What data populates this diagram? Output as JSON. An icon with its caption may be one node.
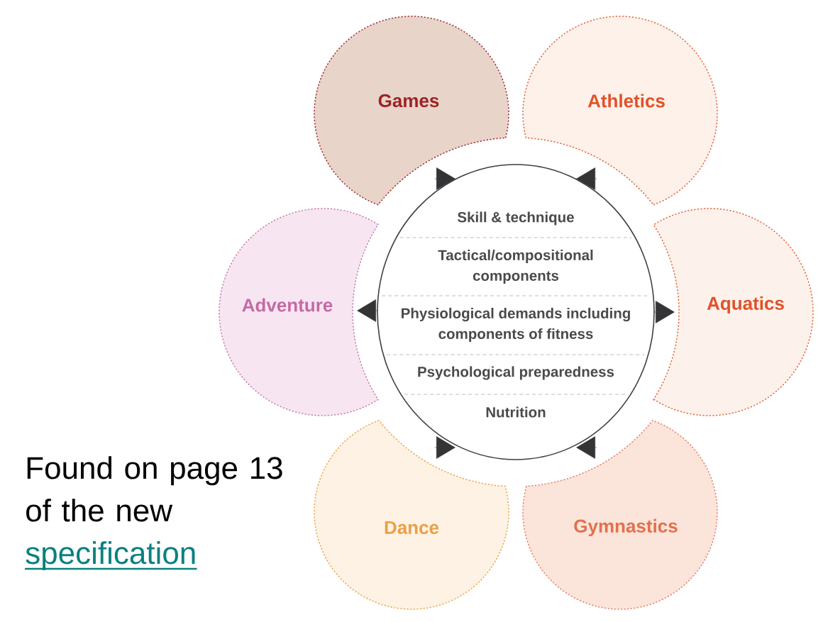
{
  "diagram": {
    "nodes": [
      {
        "text": [
          "Games"
        ]
      },
      {
        "text": [
          "Athletics"
        ]
      },
      {
        "text": [
          "Adventure"
        ]
      },
      {
        "text": [
          "Skill & technique",
          "Tactical/compositional components",
          "Physiological demands including components of fitness",
          "Psychological preparedness",
          "Nutrition"
        ]
      },
      {
        "text": [
          "Aquatics"
        ]
      },
      {
        "text": [
          "Dance"
        ]
      },
      {
        "text": [
          "Gymnastics"
        ]
      }
    ],
    "edges": [
      {
        "from": 0,
        "to": 3,
        "arrow": "to"
      },
      {
        "from": 1,
        "to": 3,
        "arrow": "to"
      },
      {
        "from": 3,
        "to": 2,
        "arrow": "to"
      },
      {
        "from": 3,
        "to": 4,
        "arrow": "to"
      },
      {
        "from": 5,
        "to": 3,
        "arrow": "to"
      },
      {
        "from": 6,
        "to": 3,
        "arrow": "to"
      }
    ],
    "labels": [
      "Found on page 13 of the new",
      "specification"
    ]
  }
}
